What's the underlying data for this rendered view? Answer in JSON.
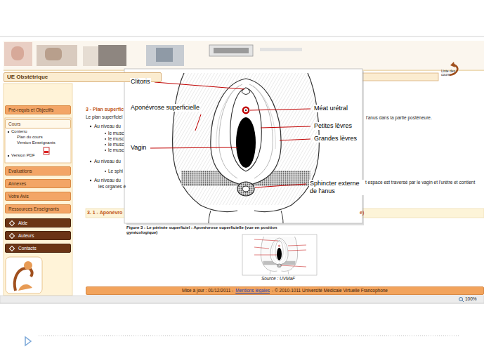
{
  "diagram": {
    "nodes": [
      {
        "text": [
          "UE Obstétrique"
        ]
      },
      {
        "text": [
          "Pré-requis et Objectifs"
        ]
      },
      {
        "text": [
          "Cours"
        ]
      },
      {
        "text": [
          "Evaluations"
        ]
      },
      {
        "text": [
          "Annexes"
        ]
      },
      {
        "text": [
          "Votre Avis"
        ]
      },
      {
        "text": [
          "Ressources Enseignants"
        ]
      },
      {
        "text": [
          "Aide"
        ]
      },
      {
        "text": [
          "Auteurs"
        ]
      },
      {
        "text": [
          "Contacts"
        ]
      },
      {
        "text": [
          "3. 1 - Aponévro",
          "e)"
        ]
      },
      {
        "text": [
          "Mise à jour : 01/12/2011 -",
          "Mentions légales",
          "- © 2010-1011 Université Médicale Virtuelle Francophone"
        ]
      }
    ],
    "labels": [
      "Liste des cours",
      "Contenu",
      "Plan du cours",
      "Version Enseignants",
      "Version PDF",
      "3 - Plan superfic",
      "Le plan superficiel",
      "Au niveau du",
      "le musc",
      "le musc",
      "le musc",
      "le musc",
      "Au niveau du",
      "Le sphi",
      "Au niveau du",
      "les organes é",
      "l'anus dans la partie posténeure.",
      "t espace est traversé par le vagin et l'urètre et contient",
      "Clitoris",
      "Aponévrose superficielle",
      "Vagin",
      "Méat urétral",
      "Petites lèvres",
      "Grandes lèvres",
      "Sphincter externe de l'anus",
      "Figure 3 : Le périnée superficiel : Aponévrose superficielle (vue en position gynécologique)",
      "Source : UVMaF",
      "100%"
    ]
  }
}
